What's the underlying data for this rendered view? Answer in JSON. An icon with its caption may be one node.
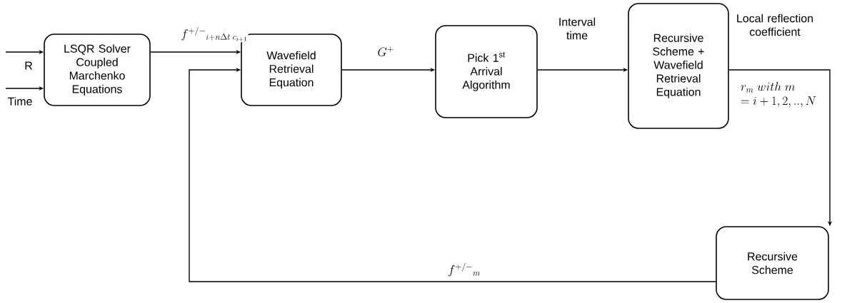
{
  "diagram": {
    "nodes": [
      {
        "text": [
          "LSQR Solver Coupled Marchenko Equations"
        ]
      },
      {
        "text": [
          "Wavefield Retrieval Equation"
        ]
      },
      {
        "text": [
          "Pick 1$^{st}$ Arrival Algorithm"
        ]
      },
      {
        "text": [
          "Recursive Scheme + Wavefield Retrieval Equation"
        ]
      },
      {
        "text": [
          "Recursive Scheme"
        ]
      }
    ],
    "edges": [
      {
        "from": null,
        "to": 0,
        "arrow": "to",
        "label": "R"
      },
      {
        "from": null,
        "to": 0,
        "arrow": "to",
        "label": "Time"
      },
      {
        "from": 0,
        "to": 1,
        "arrow": "to",
        "label": "f^{+/-}{}_{i+n\\Delta t\\; c_{i+1}}"
      },
      {
        "from": 1,
        "to": 2,
        "arrow": "to",
        "label": "G^{+}"
      },
      {
        "from": 2,
        "to": 3,
        "arrow": "to",
        "label": "Interval time"
      },
      {
        "from": 3,
        "to": 4,
        "arrow": "to",
        "label": "Local reflection coefficient"
      },
      {
        "from": 4,
        "to": 1,
        "arrow": "to",
        "label": "f^{+/-}{}_{m}"
      }
    ],
    "labels": [
      "\\begin{array}{l} r_m\\; with\\; m\\\\ = i+1,2,..,N\\end{array}"
    ]
  }
}
